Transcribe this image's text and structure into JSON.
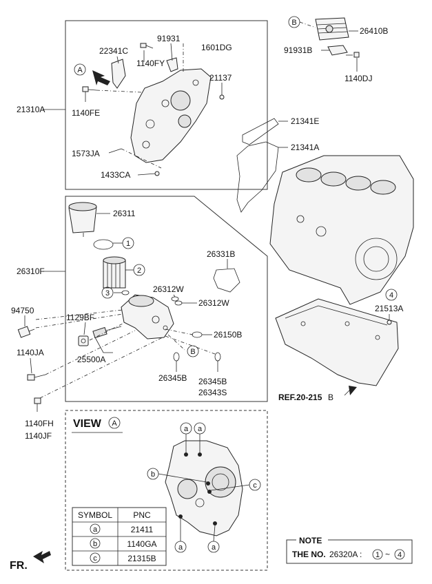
{
  "labels": {
    "p21310A": "21310A",
    "p22341C": "22341C",
    "p91931": "91931",
    "p1601DG": "1601DG",
    "p1140FY": "1140FY",
    "p21137": "21137",
    "p1140FE": "1140FE",
    "p1573JA": "1573JA",
    "p1433CA": "1433CA",
    "p26410B": "26410B",
    "p91931B": "91931B",
    "p1140DJ": "1140DJ",
    "p21341E": "21341E",
    "p21341A": "21341A",
    "p26311": "26311",
    "p26310F": "26310F",
    "p26331B": "26331B",
    "p26312W_a": "26312W",
    "p26312W_b": "26312W",
    "p94750": "94750",
    "p1129BF": "1129BF",
    "p26150B": "26150B",
    "p1140JA": "1140JA",
    "p25500A": "25500A",
    "p26345B_a": "26345B",
    "p26345B_b": "26345B",
    "p26343S": "26343S",
    "p1140FH": "1140FH",
    "p1140JF": "1140JF",
    "p21513A": "21513A",
    "ref_prefix": "REF.20-215",
    "ref_suffix": "B",
    "fr": "FR."
  },
  "markers": {
    "A": "A",
    "B": "B",
    "n1": "1",
    "n2": "2",
    "n3": "3",
    "n4": "4",
    "a": "a",
    "b": "b",
    "c": "c"
  },
  "view": {
    "title": "VIEW",
    "marker": "A"
  },
  "table": {
    "headers": [
      "SYMBOL",
      "PNC"
    ],
    "rows": [
      {
        "symbol": "a",
        "pnc": "21411"
      },
      {
        "symbol": "b",
        "pnc": "1140GA"
      },
      {
        "symbol": "c",
        "pnc": "21315B"
      }
    ]
  },
  "note": {
    "title": "NOTE",
    "prefix": "THE NO.",
    "part": "26320A :",
    "from": "1",
    "tilde": "~",
    "to": "4"
  }
}
